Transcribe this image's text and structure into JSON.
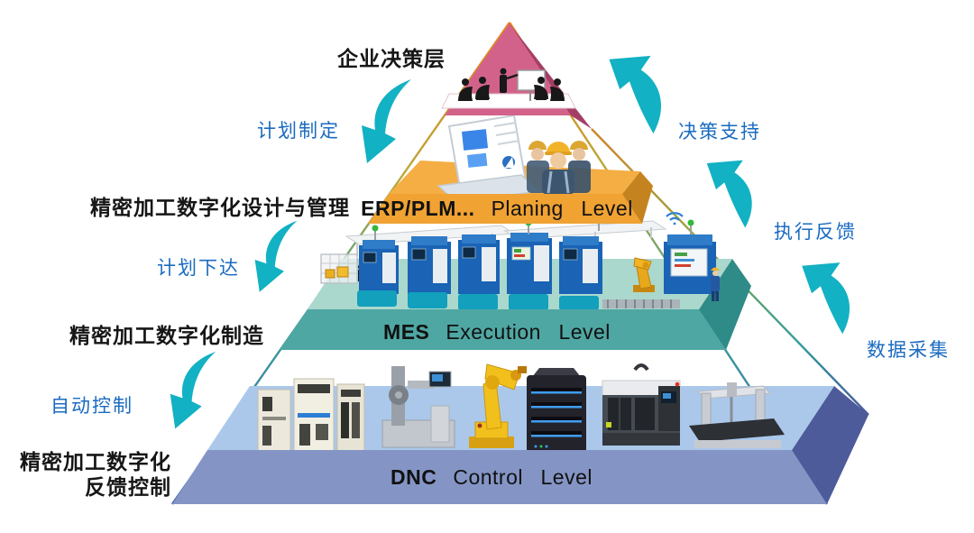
{
  "diagram": {
    "type": "pyramid-hierarchy",
    "levels": {
      "decision": {
        "side_label": "企业决策层"
      },
      "planning": {
        "side_label": "精密加工数字化设计与管理",
        "band_bold": "ERP/PLM...",
        "band_rest": "Planing Level"
      },
      "execution": {
        "side_label": "精密加工数字化制造",
        "band_bold": "MES",
        "band_rest": "Execution Level"
      },
      "control": {
        "side_label_line1": "精密加工数字化",
        "side_label_line2": "反馈控制",
        "band_bold": "DNC",
        "band_rest": "Control Level"
      }
    },
    "flows": {
      "left": [
        {
          "label": "计划制定"
        },
        {
          "label": "计划下达"
        },
        {
          "label": "自动控制"
        }
      ],
      "right": [
        {
          "label": "决策支持"
        },
        {
          "label": "执行反馈"
        },
        {
          "label": "数据采集"
        }
      ]
    },
    "colors": {
      "arrow_teal": "#12b1c3",
      "flow_text_blue": "#1a6bc0",
      "side_text_black": "#161616",
      "decision_pink": "#d2628a",
      "decision_pink_dark": "#a53e66",
      "erp_floor": "#f4ae43",
      "erp_band": "#f0a233",
      "erp_side": "#c5831f",
      "mes_floor": "#abd8cd",
      "mes_band": "#4fa7a3",
      "mes_side": "#2f8b87",
      "dnc_floor": "#abc8eb",
      "dnc_band": "#8495c5",
      "dnc_side": "#4d5b9a"
    },
    "illustrations": {
      "decision": "boardroom-meeting",
      "planning": "laptop-and-helmet-workers",
      "execution": "smart-production-line",
      "control": "plc-gauge-robot-server-cnc-cmm"
    }
  }
}
